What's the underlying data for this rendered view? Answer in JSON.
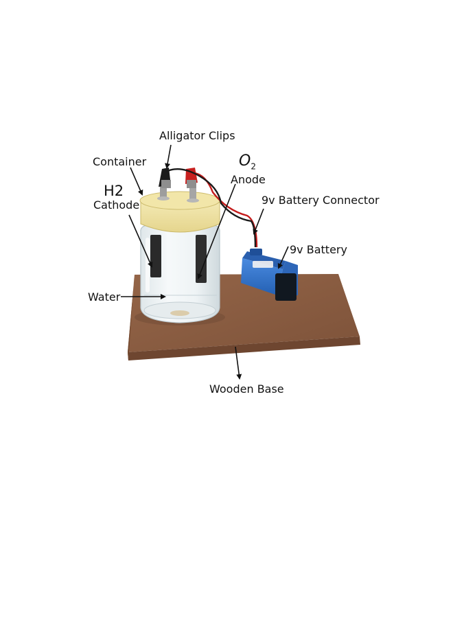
{
  "labels": {
    "alligator_clips": "Alligator Clips",
    "container": "Container",
    "h2": "H2",
    "cathode": "Cathode",
    "o2_letter": "O",
    "o2_subscript": "2",
    "anode": "Anode",
    "battery_connector": "9v Battery Connector",
    "battery": "9v Battery",
    "water": "Water",
    "wooden_base": "Wooden Base"
  },
  "colors": {
    "wood": "#8a5d40",
    "lid": "#efe3a3",
    "battery": "#2f73c9",
    "wire_red": "#c41b1b",
    "wire_black": "#1a1a1a",
    "arrow": "#111111"
  }
}
